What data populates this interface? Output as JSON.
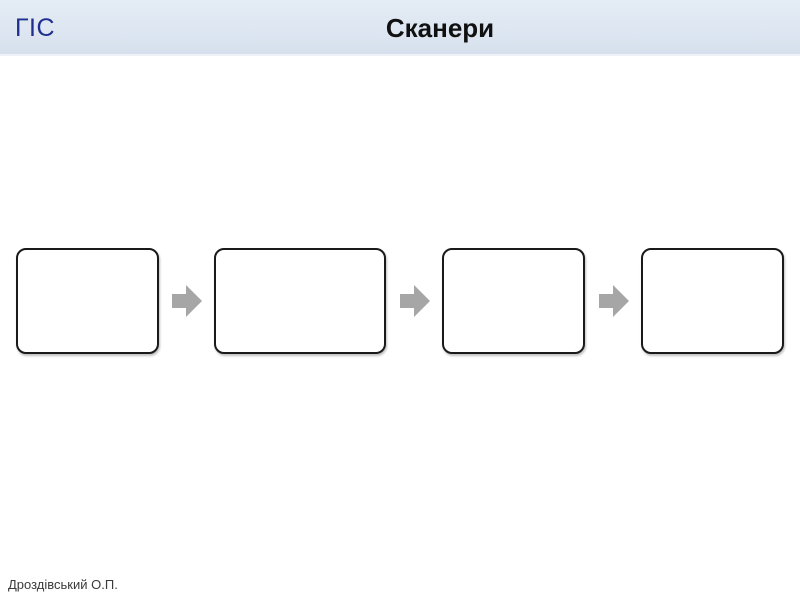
{
  "header": {
    "brand": "ГІС",
    "title": "Сканери"
  },
  "footer": {
    "author": "Дроздівський О.П."
  },
  "colors": {
    "brand": "#1f2f8f",
    "header_bg": "#dde6f1",
    "arrow": "#a6a6a6",
    "box_border": "#1a1a1a"
  },
  "diagram": {
    "boxes": [
      "",
      "",
      "",
      ""
    ],
    "arrows": [
      "arrow-right-icon",
      "arrow-right-icon",
      "arrow-right-icon"
    ]
  }
}
